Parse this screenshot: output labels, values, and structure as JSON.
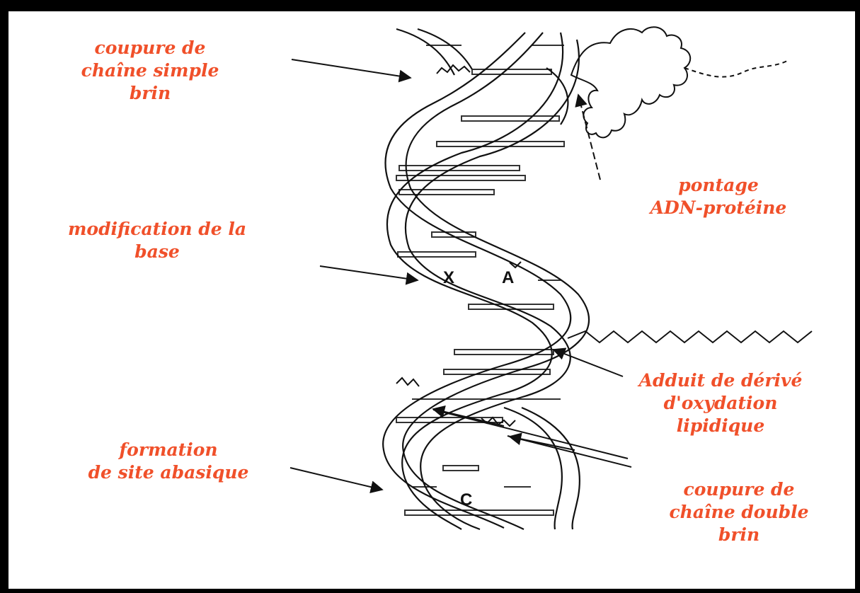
{
  "labels": {
    "single_strand_break": [
      "coupure de",
      "chaîne simple",
      "brin"
    ],
    "dna_protein_crosslink": [
      "pontage",
      "ADN-protéine"
    ],
    "base_modification": [
      "modification de la",
      "base"
    ],
    "lipid_oxidation_adduct": [
      "Adduit de dérivé",
      "d'oxydation",
      "lipidique"
    ],
    "abasic_site": [
      "formation",
      "de site abasique"
    ],
    "double_strand_break": [
      "coupure de",
      "chaîne double",
      "brin"
    ]
  },
  "bases": {
    "modified": "X",
    "partner": "A",
    "opposite_abasic": "C"
  },
  "colors": {
    "label": "#f0502a",
    "frame": "#000000",
    "ink": "#111111"
  }
}
